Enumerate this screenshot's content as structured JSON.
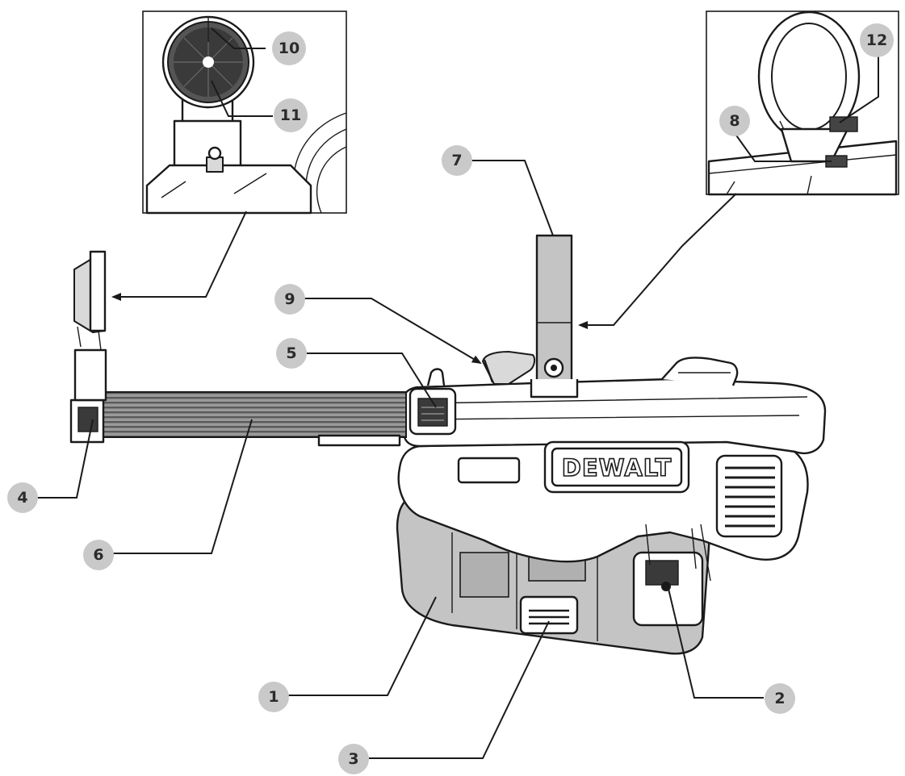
{
  "diagram": {
    "brand_logo": "DEWALT",
    "callouts": [
      "1",
      "2",
      "3",
      "4",
      "5",
      "6",
      "7",
      "8",
      "9",
      "10",
      "11",
      "12"
    ],
    "colors": {
      "line": "#1a1a1a",
      "callout_fill": "#c9c9c9",
      "body_gray": "#c4c4c4",
      "background": "#ffffff"
    }
  }
}
